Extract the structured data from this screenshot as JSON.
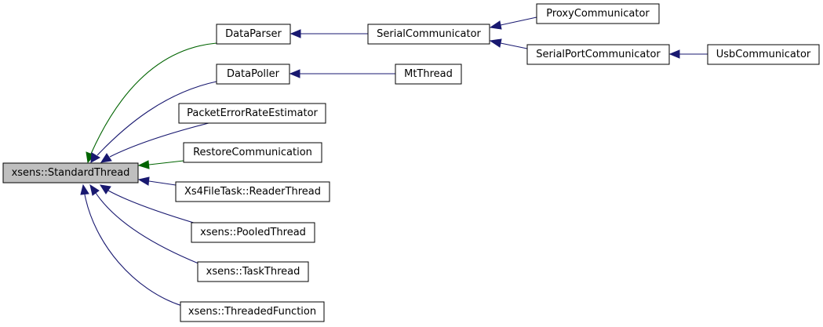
{
  "colors": {
    "public": "#191970",
    "protected": "#006400",
    "root_fill": "#bfbfbf",
    "node_fill": "#ffffff",
    "node_stroke": "#000000"
  },
  "nodes": {
    "standard_thread": "xsens::StandardThread",
    "data_parser": "DataParser",
    "data_poller": "DataPoller",
    "packet_error_rate_estimator": "PacketErrorRateEstimator",
    "restore_communication": "RestoreCommunication",
    "reader_thread": "Xs4FileTask::ReaderThread",
    "pooled_thread": "xsens::PooledThread",
    "task_thread": "xsens::TaskThread",
    "threaded_function": "xsens::ThreadedFunction",
    "serial_communicator": "SerialCommunicator",
    "mt_thread": "MtThread",
    "proxy_communicator": "ProxyCommunicator",
    "serial_port_communicator": "SerialPortCommunicator",
    "usb_communicator": "UsbCommunicator"
  },
  "edges": [
    {
      "from": "data_parser",
      "to": "standard_thread",
      "kind": "protected"
    },
    {
      "from": "data_poller",
      "to": "standard_thread",
      "kind": "public"
    },
    {
      "from": "packet_error_rate_estimator",
      "to": "standard_thread",
      "kind": "public"
    },
    {
      "from": "restore_communication",
      "to": "standard_thread",
      "kind": "protected"
    },
    {
      "from": "reader_thread",
      "to": "standard_thread",
      "kind": "public"
    },
    {
      "from": "pooled_thread",
      "to": "standard_thread",
      "kind": "public"
    },
    {
      "from": "task_thread",
      "to": "standard_thread",
      "kind": "public"
    },
    {
      "from": "threaded_function",
      "to": "standard_thread",
      "kind": "public"
    },
    {
      "from": "serial_communicator",
      "to": "data_parser",
      "kind": "public"
    },
    {
      "from": "mt_thread",
      "to": "data_poller",
      "kind": "public"
    },
    {
      "from": "proxy_communicator",
      "to": "serial_communicator",
      "kind": "public"
    },
    {
      "from": "serial_port_communicator",
      "to": "serial_communicator",
      "kind": "public"
    },
    {
      "from": "usb_communicator",
      "to": "serial_port_communicator",
      "kind": "public"
    }
  ]
}
